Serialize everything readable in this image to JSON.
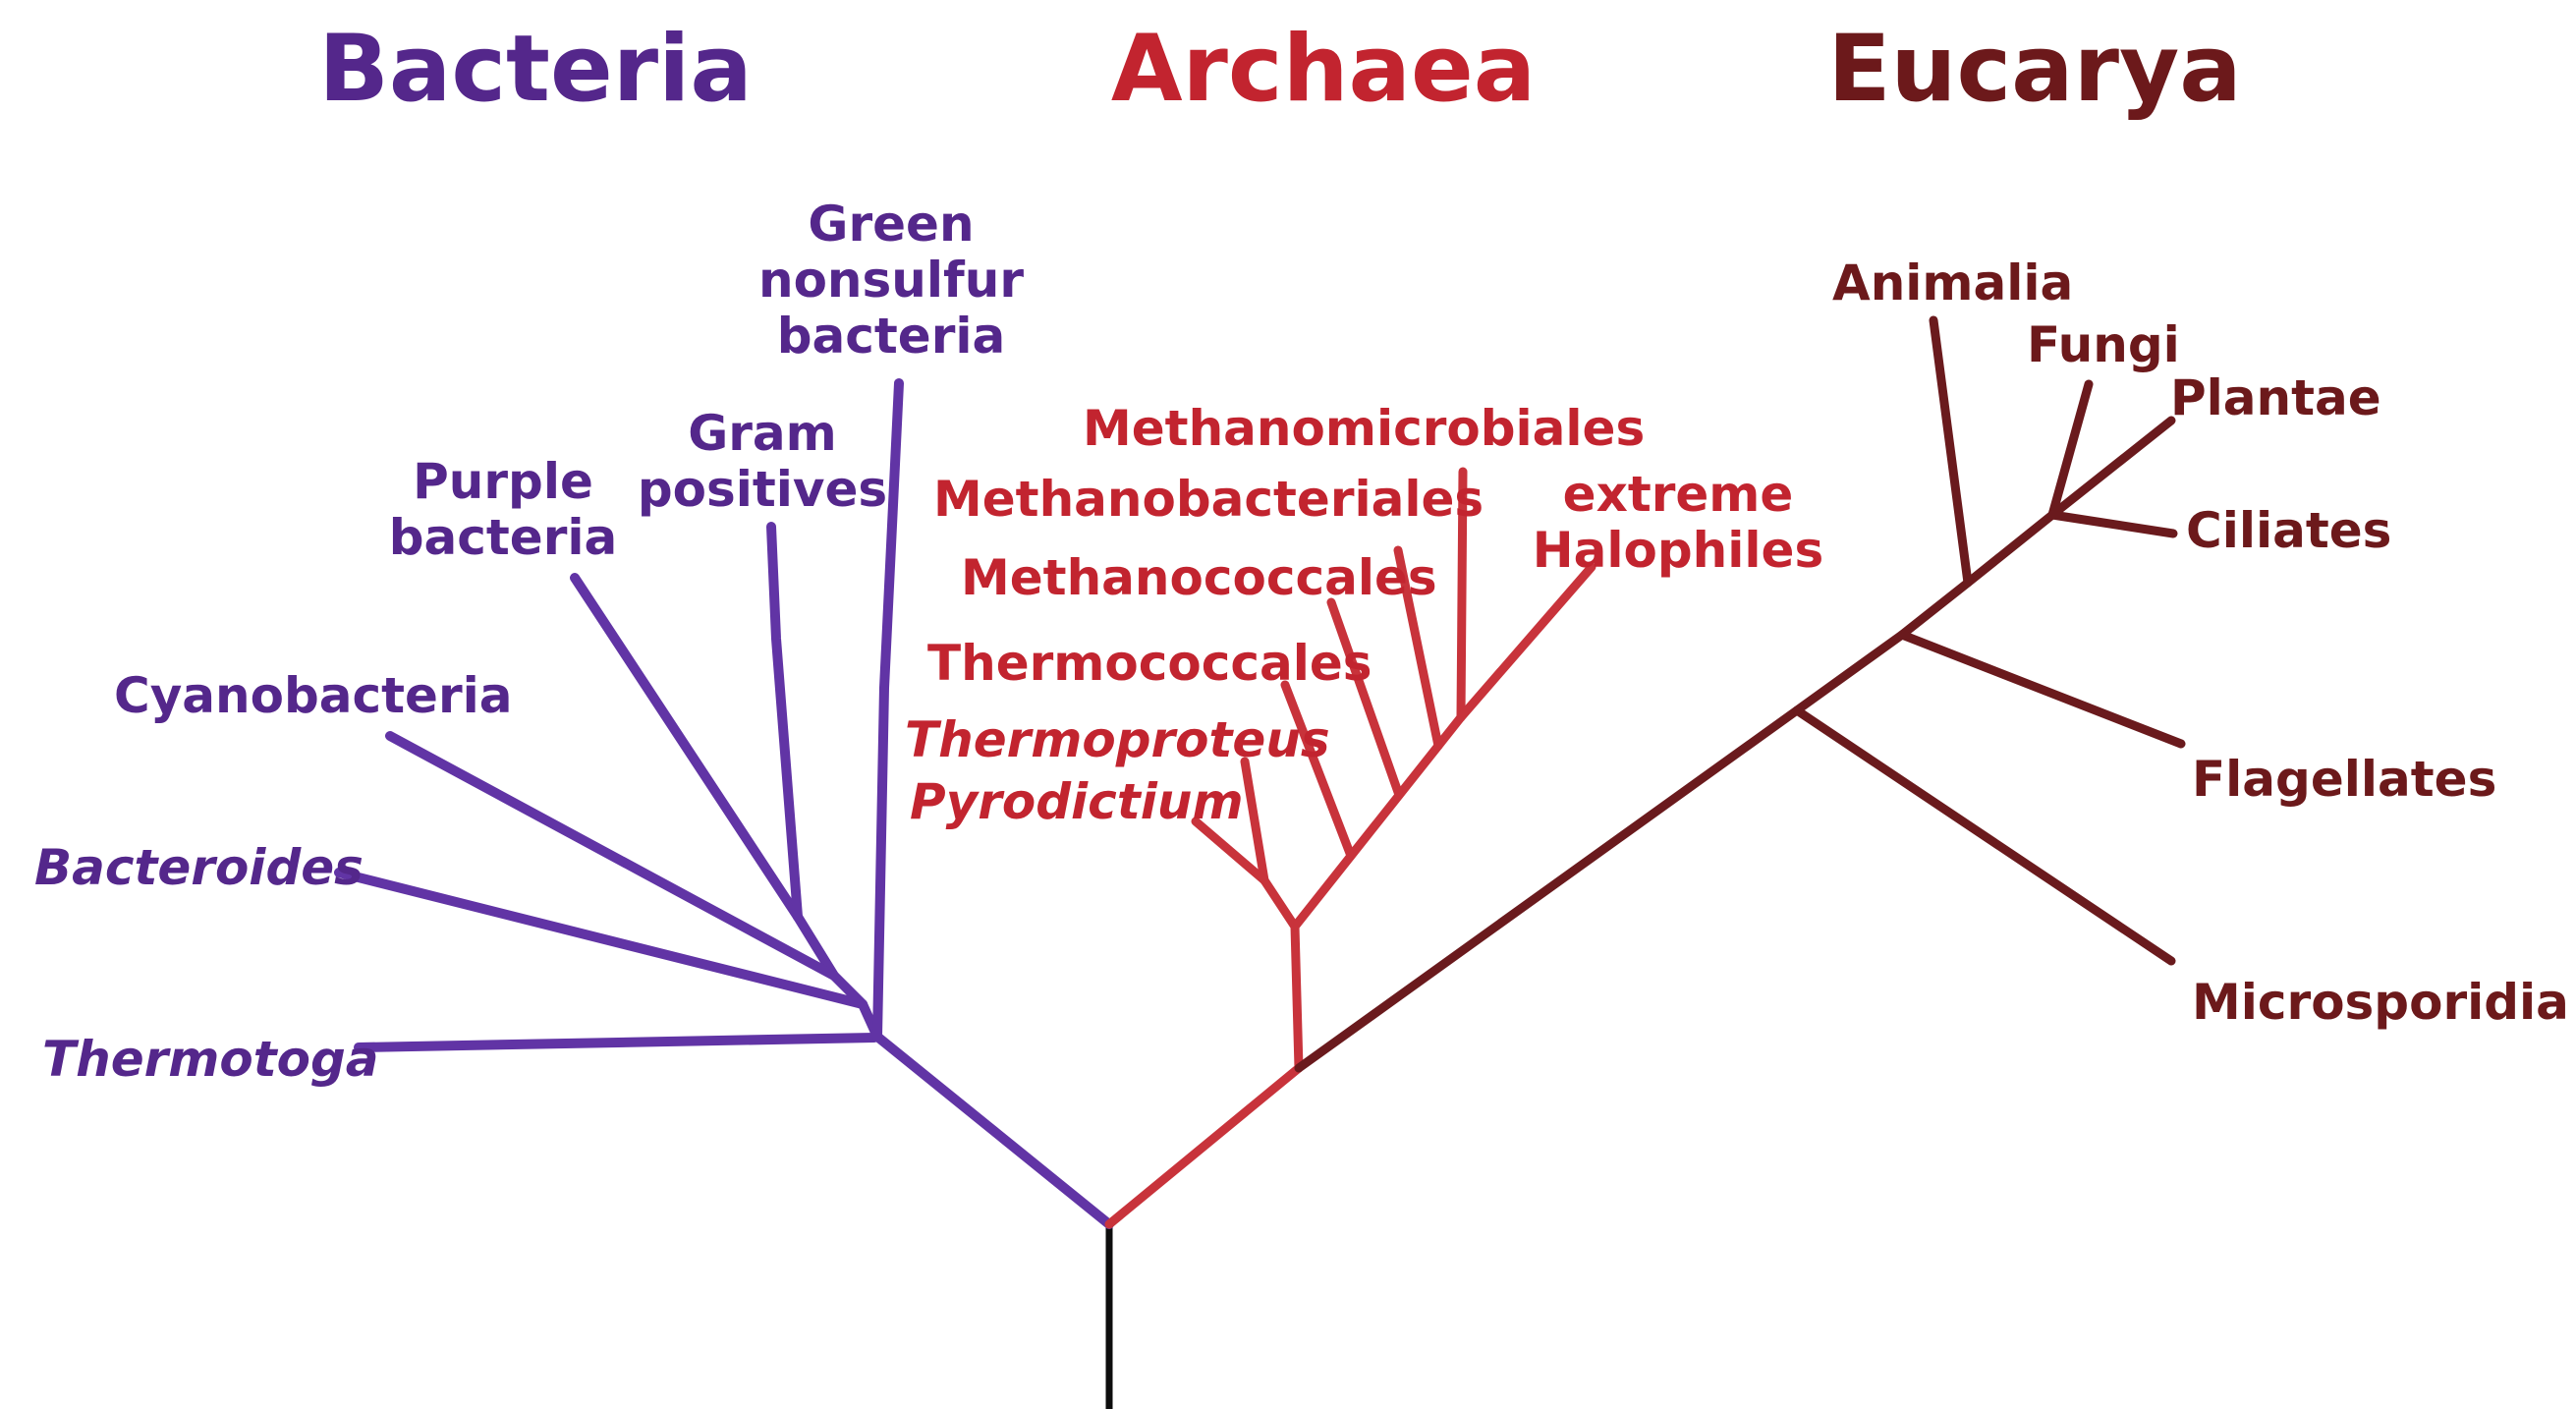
{
  "titles": {
    "bacteria": "Bacteria",
    "archaea": "Archaea",
    "eucarya": "Eucarya"
  },
  "colors": {
    "background": "#ffffff",
    "bacteria_text": "#54278b",
    "bacteria_line": "#6134a5",
    "archaea_text": "#c2242f",
    "archaea_line": "#c8333b",
    "eucarya_text": "#6c191b",
    "eucarya_line": "#6a1a1d",
    "root_line": "#0d0d0d"
  },
  "bacteria_labels": {
    "green_nonsulfur": [
      "Green",
      "nonsulfur",
      "bacteria"
    ],
    "gram_positives": [
      "Gram",
      "positives"
    ],
    "purple_bacteria": [
      "Purple",
      "bacteria"
    ],
    "cyanobacteria": "Cyanobacteria",
    "bacteroides": "Bacteroides",
    "thermotoga": "Thermotoga"
  },
  "archaea_labels": {
    "methanomicrobiales": "Methanomicrobiales",
    "methanobacteriales": "Methanobacteriales",
    "methanococcales": "Methanococcales",
    "thermococcales": "Thermococcales",
    "thermoproteus": "Thermoproteus",
    "pyrodictium": "Pyrodictium",
    "extreme_halophiles": [
      "extreme",
      "Halophiles"
    ]
  },
  "eucarya_labels": {
    "animalia": "Animalia",
    "fungi": "Fungi",
    "plantae": "Plantae",
    "ciliates": "Ciliates",
    "flagellates": "Flagellates",
    "microsporidia": "Microsporidia"
  }
}
